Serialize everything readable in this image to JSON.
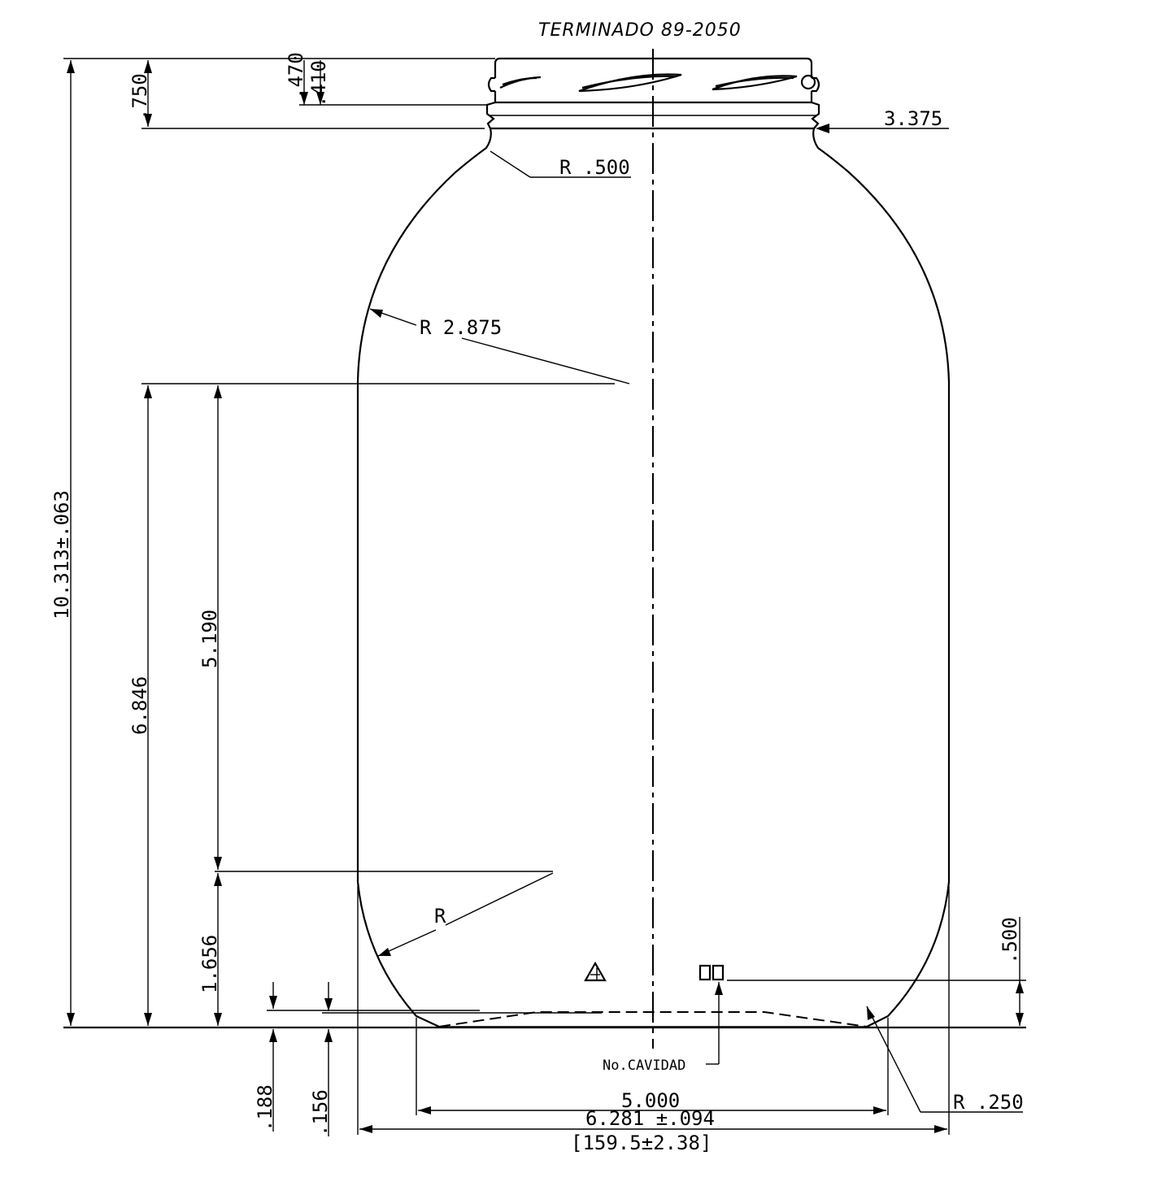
{
  "title": "TERMINADO 89-2050",
  "dimensions": {
    "overall_height": "10.313±.063",
    "finish_height": ".750",
    "thread_a": ".470",
    "thread_b": ".410",
    "finish_diameter": "3.375",
    "shoulder_radius": "R .500",
    "body_radius": "R 2.875",
    "label_height_total": "6.846",
    "label_panel": "5.190",
    "heel_height": "1.656",
    "heel_radius": "R",
    "push_up_a": ".188",
    "push_up_b": ".156",
    "bearing_diameter": "5.000",
    "body_diameter": "6.281 ±.094",
    "body_diameter_mm": "[159.5±2.38]",
    "base_radius": "R .250",
    "cavity_height": ".500"
  },
  "markings": {
    "cavity_number": "No.CAVIDAD",
    "cavity_boxes": "00",
    "logo": "triangle-logo-icon"
  }
}
